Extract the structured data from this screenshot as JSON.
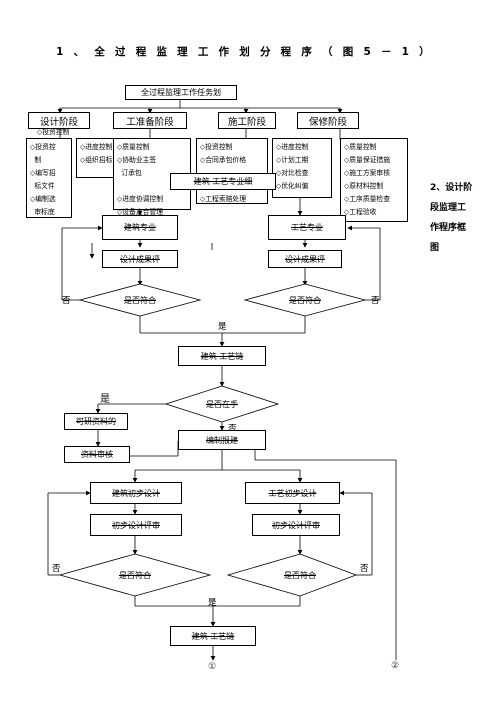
{
  "title": "1、全过程监理工作划分程序（图5－1）",
  "top_box": "全过程监理工作任务划",
  "phases": [
    "设计阶段",
    "工准备阶段",
    "施工阶段",
    "保修阶段"
  ],
  "lists": {
    "design_a": "◇投资控\n  制\n◇编写招\n  标文件\n◇编制选\n  审标底",
    "design_b": "◇进度控制\n◇组织招标",
    "prep": "◇质量控制\n◇协助业主签\n  订承包\n\n◇进度协调控制\n◇设备定合管理",
    "build_a": "◇投资控制\n◇合同承包价格\n\n\n◇工程索赔处理",
    "build_b": "◇进度控制\n◇计划工期\n◇对比检查\n◇优化纠偏",
    "warranty": "◇质量控制\n◇质量保证措施\n◇施工方案审核\n◇原材料控制\n◇工序质量检查\n◇工程验收"
  },
  "overlap_design": "◇投资控制",
  "overlay_label": "建筑   工艺专业细",
  "boxes": {
    "arch_spec": "建筑专业",
    "proc_spec": "工艺专业",
    "arch_summary": "设计成果评",
    "proc_summary": "设计成果评",
    "arch_proc": "建筑   工艺链",
    "feasibility": "可研资料的",
    "material": "资料审核",
    "outline": "编制报建",
    "arch_prelim": "建筑初步设计",
    "proc_prelim": "工艺初步设计",
    "arch_review": "初步设计评审",
    "proc_review": "初步设计评审",
    "arch_proc_2": "建筑   工艺链"
  },
  "decisions": {
    "compliant_1": "是否符合",
    "compliant_2": "是否符合",
    "agree": "是否在手",
    "compliant_3": "是否符合",
    "compliant_4": "是否符合"
  },
  "labels": {
    "no": "否",
    "yes": "是",
    "no2": "否"
  },
  "side_note": "2、设计阶\n段监理工\n作程序框\n图",
  "connectors": [
    "①",
    "②"
  ]
}
